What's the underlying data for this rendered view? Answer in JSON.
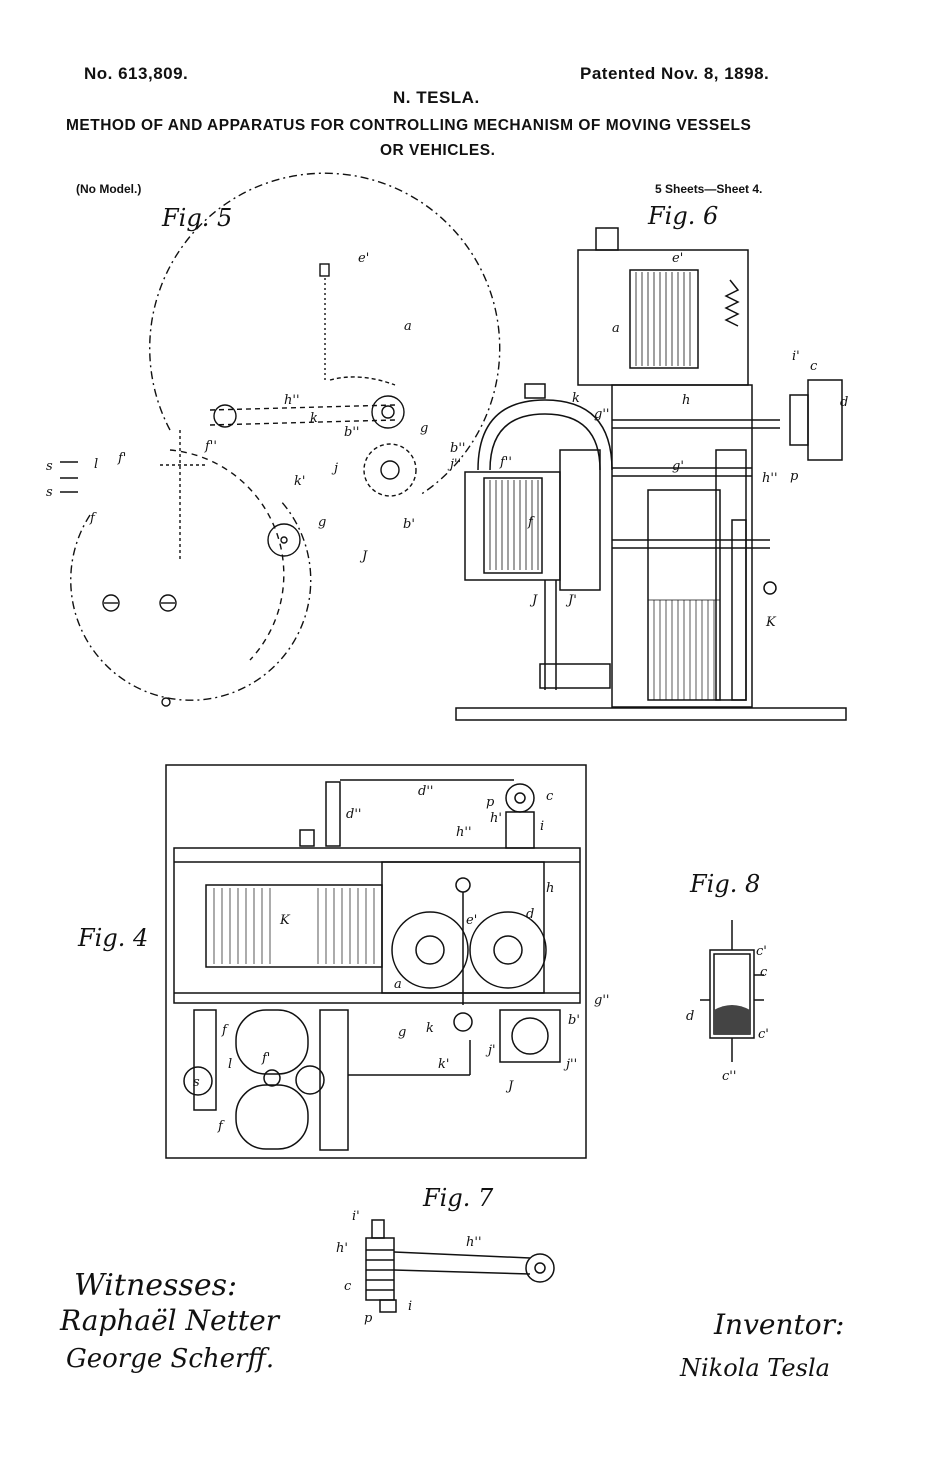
{
  "header": {
    "patent_no": "No. 613,809.",
    "patent_date": "Patented Nov. 8, 1898.",
    "inventor_name": "N. TESLA.",
    "title_line1": "METHOD OF AND APPARATUS FOR CONTROLLING MECHANISM OF MOVING VESSELS",
    "title_line2": "OR VEHICLES.",
    "no_model": "(No Model.)",
    "sheets": "5 Sheets—Sheet 4."
  },
  "figures": {
    "fig5": "Fig. 5",
    "fig6": "Fig. 6",
    "fig4": "Fig. 4",
    "fig7": "Fig. 7",
    "fig8": "Fig. 8"
  },
  "labels": {
    "fig5": [
      "e'",
      "a",
      "h''",
      "k",
      "b''",
      "g",
      "f''",
      "s",
      "l",
      "f'",
      "k'",
      "j",
      "b'",
      "g",
      "J",
      "s",
      "f"
    ],
    "fig6": [
      "e'",
      "a",
      "i'",
      "c",
      "d",
      "k",
      "h",
      "g''",
      "b''",
      "j''",
      "f''",
      "g'",
      "f",
      "J",
      "J'",
      "K",
      "h''",
      "p"
    ],
    "fig4": [
      "d''",
      "d''",
      "p",
      "h'",
      "c",
      "i",
      "h''",
      "h",
      "K",
      "e'",
      "d",
      "a",
      "g''",
      "b'",
      "f",
      "f'",
      "g",
      "k",
      "j'",
      "j''",
      "J",
      "k'",
      "l",
      "s",
      "f"
    ],
    "fig7": [
      "i'",
      "h'",
      "h''",
      "c",
      "i",
      "p"
    ],
    "fig8": [
      "c'",
      "c",
      "d",
      "c'",
      "c''"
    ]
  },
  "footer": {
    "witnesses_label": "Witnesses:",
    "witness1": "Raphaël Netter",
    "witness2": "George Scherff.",
    "inventor_label": "Inventor:",
    "inventor_signature": "Nikola Tesla"
  }
}
